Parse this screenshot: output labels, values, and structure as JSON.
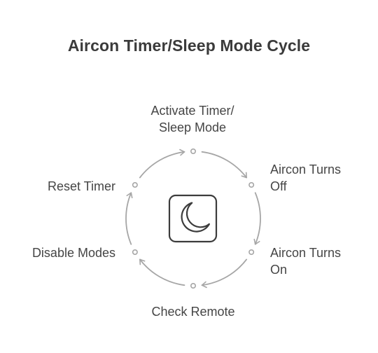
{
  "diagram": {
    "title": "Aircon Timer/Sleep Mode Cycle",
    "center_icon": "moon-icon",
    "steps": [
      {
        "lines": [
          "Activate Timer/",
          "Sleep Mode"
        ]
      },
      {
        "lines": [
          "Aircon Turns",
          "Off"
        ]
      },
      {
        "lines": [
          "Aircon Turns",
          "On"
        ]
      },
      {
        "lines": [
          "Check Remote"
        ]
      },
      {
        "lines": [
          "Disable Modes"
        ]
      },
      {
        "lines": [
          "Reset Timer"
        ]
      }
    ],
    "colors": {
      "arrow": "#a6a6a6",
      "text": "#454545",
      "icon": "#3c3c3c"
    }
  }
}
